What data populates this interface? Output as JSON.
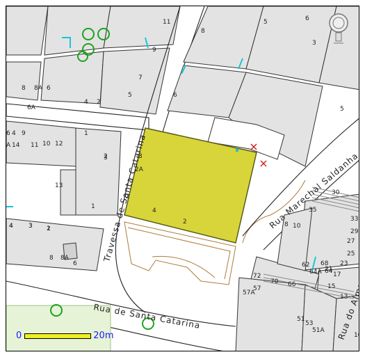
{
  "map": {
    "streets": {
      "travessa": "Travessa de Santa Catarina",
      "rua_santa_catarina": "Rua de Santa Catarina",
      "rua_marechal": "Rua Marechal Saldanha",
      "rua_almada": "Rua do Almada"
    },
    "scale": {
      "start": "0",
      "end": "20m"
    },
    "emblem": "municipal-crest-icon",
    "colors": {
      "highlight": "#d7d53a",
      "building": "#e3e3e3",
      "tree": "#1ea21e",
      "water": "#19c6d8",
      "outline": "#b07a3a"
    },
    "house_numbers": [
      "11",
      "8",
      "5",
      "6",
      "3",
      "9",
      "7",
      "5",
      "6",
      "5",
      "6A",
      "8",
      "8A",
      "6",
      "4",
      "2",
      "1",
      "2",
      "3",
      "6",
      "4",
      "9",
      "10",
      "12",
      "14",
      "11",
      "3",
      "13",
      "1",
      "A",
      "4",
      "2A",
      "2",
      "4",
      "2",
      "3",
      "1",
      "30",
      "35",
      "33",
      "29",
      "27",
      "25",
      "23",
      "21",
      "17",
      "15",
      "13",
      "8",
      "10",
      "64",
      "62",
      "64A",
      "68",
      "72",
      "70",
      "66",
      "51",
      "53",
      "57",
      "57A",
      "51A",
      "10",
      "4",
      "3",
      "2",
      "8",
      "8A",
      "6"
    ]
  }
}
